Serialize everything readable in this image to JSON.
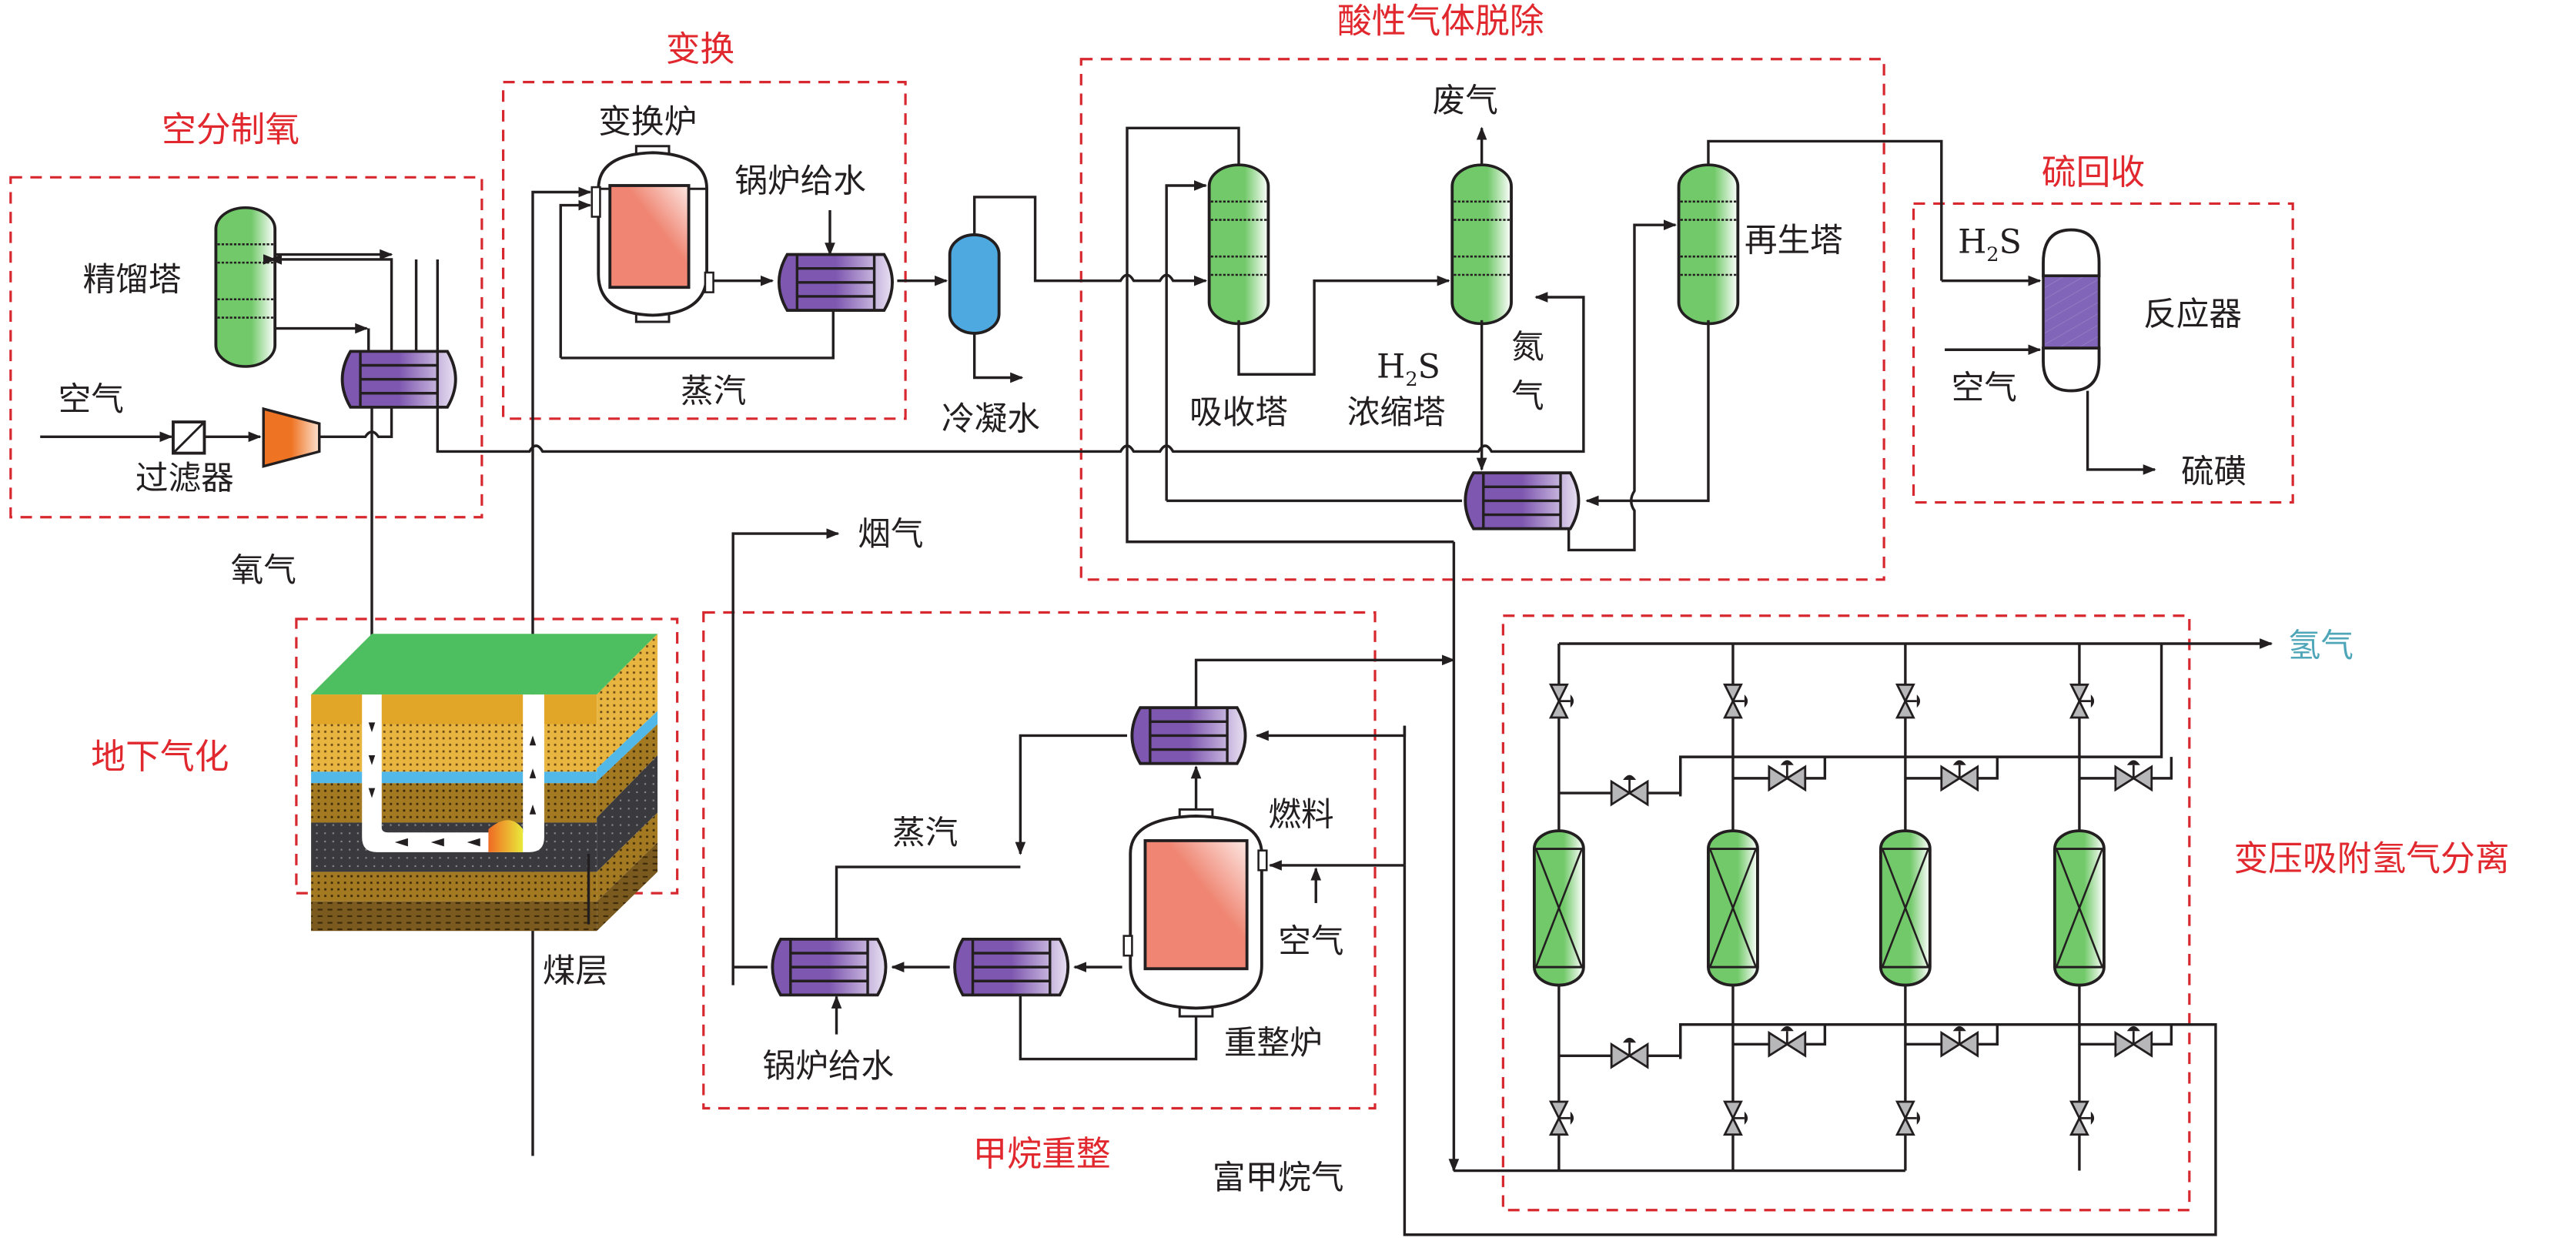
{
  "sections": {
    "air_separation": "空分制氧",
    "shift": "变换",
    "acid_gas_removal": "酸性气体脱除",
    "sulfur_recovery": "硫回收",
    "underground_gasification": "地下气化",
    "methane_reforming": "甲烷重整",
    "psa_hydrogen": "变压吸附氢气分离"
  },
  "labels": {
    "distillation_column": "精馏塔",
    "air_in": "空气",
    "filter": "过滤器",
    "oxygen": "氧气",
    "shift_furnace": "变换炉",
    "boiler_feedwater_shift": "锅炉给水",
    "steam_shift": "蒸汽",
    "condensate": "冷凝水",
    "waste_gas": "废气",
    "absorber": "吸收塔",
    "h2s": "H",
    "h2s_sub": "2",
    "h2s_s": "S",
    "concentrator": "浓缩塔",
    "nitrogen_1": "氮",
    "nitrogen_2": "气",
    "regenerator": "再生塔",
    "h2s_feed": "H",
    "h2s_feed_sub": "2",
    "h2s_feed_s": "S",
    "reactor": "反应器",
    "air_sulfur": "空气",
    "sulfur": "硫磺",
    "coal_seam": "煤层",
    "flue_gas": "烟气",
    "steam_reform": "蒸汽",
    "fuel": "燃料",
    "air_reform": "空气",
    "boiler_feedwater_reform": "锅炉给水",
    "reformer": "重整炉",
    "methane_rich_gas": "富甲烷气",
    "hydrogen": "氢气"
  },
  "colors": {
    "section_border": "#d7282f",
    "section_title": "#e0282e",
    "hydrogen_label": "#4ea6b8",
    "column_green": "#72c96a",
    "exchanger_purple": "#7e57b0",
    "reactor_red": "#ef8572",
    "separator_blue": "#4da9e0",
    "compressor_orange": "#ee7424"
  },
  "psa": {
    "adsorber_count": 4
  }
}
